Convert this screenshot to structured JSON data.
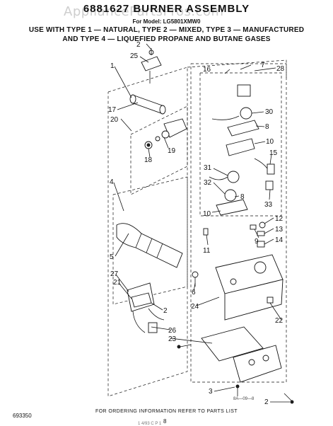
{
  "header": {
    "title": "6881627 BURNER ASSEMBLY",
    "watermark": "AppliancePartsPros.com",
    "model": "For Model: LG5801XMW0",
    "use_line_1": "USE WITH TYPE 1 — NATURAL, TYPE 2 — MIXED, TYPE 3 — MANUFACTURED",
    "use_line_2": "AND TYPE 4 — LIQUEFIED PROPANE AND BUTANE GASES"
  },
  "callouts": [
    "2",
    "25",
    "1",
    "17",
    "20",
    "19",
    "18",
    "4",
    "5",
    "27",
    "21",
    "26",
    "23",
    "2",
    "3",
    "2",
    "6",
    "24",
    "22",
    "16",
    "7",
    "28",
    "30",
    "8",
    "10",
    "15",
    "31",
    "32",
    "8",
    "33",
    "10",
    "11",
    "12",
    "13",
    "9",
    "14"
  ],
  "code": "8A—09—8",
  "footer": {
    "ordering_note": "FOR ORDERING INFORMATION REFER TO PARTS LIST",
    "doc_number": "693350",
    "page_number": "8",
    "bottom_line": "1  4/93   C  P  1"
  }
}
